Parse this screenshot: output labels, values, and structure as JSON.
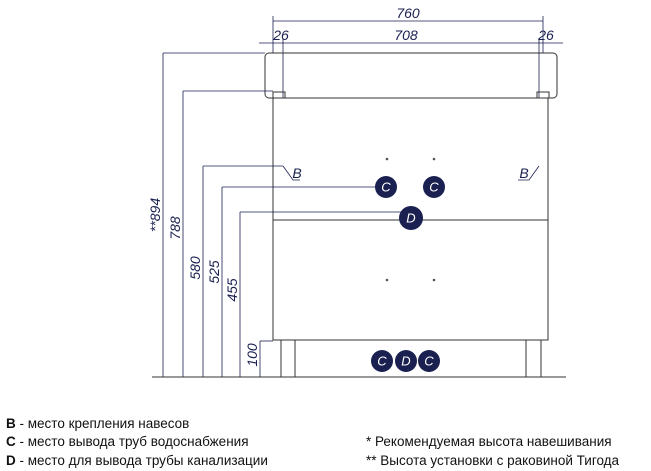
{
  "drawing": {
    "dimensions": {
      "total_width": "760",
      "side_left": "26",
      "inner_width": "708",
      "side_right": "26",
      "height_with_sink": "**894",
      "height_788": "788",
      "height_580": "580",
      "height_525": "525",
      "height_455": "455",
      "leg_height": "100"
    },
    "markers": {
      "b": "B",
      "c": "C",
      "d": "D"
    },
    "marker_color": "#1a2050"
  },
  "legend": {
    "items": [
      {
        "key": "B",
        "text": " - место крепления навесов"
      },
      {
        "key": "C",
        "text": " - место вывода труб водоснабжения"
      },
      {
        "key": "D",
        "text": " - место для вывода трубы канализации"
      }
    ],
    "notes": [
      "* Рекомендуемая высота навешивания",
      "** Высота установки с раковиной Тигода"
    ]
  }
}
